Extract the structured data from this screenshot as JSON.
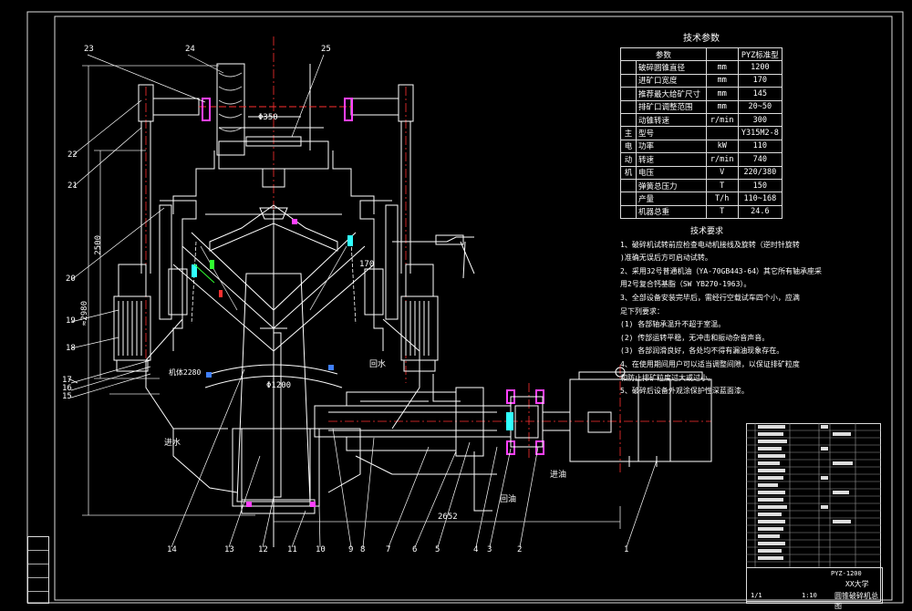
{
  "drawing": {
    "specs_title": "技术参数",
    "specs_header": {
      "param": "参数",
      "value": "PYZ标准型"
    },
    "specs_rows": [
      {
        "group": "",
        "param": "破碎圆锥直径",
        "unit": "mm",
        "value": "1200"
      },
      {
        "group": "",
        "param": "进矿口宽度",
        "unit": "mm",
        "value": "170"
      },
      {
        "group": "",
        "param": "推荐最大给矿尺寸",
        "unit": "mm",
        "value": "145"
      },
      {
        "group": "",
        "param": "排矿口调整范围",
        "unit": "mm",
        "value": "20~50"
      },
      {
        "group": "",
        "param": "动锥转速",
        "unit": "r/min",
        "value": "300"
      },
      {
        "group": "主",
        "param": "型号",
        "unit": "",
        "value": "Y315M2-8"
      },
      {
        "group": "电",
        "param": "功率",
        "unit": "kW",
        "value": "110"
      },
      {
        "group": "动",
        "param": "转速",
        "unit": "r/min",
        "value": "740"
      },
      {
        "group": "机",
        "param": "电压",
        "unit": "V",
        "value": "220/380"
      },
      {
        "group": "",
        "param": "弹簧总压力",
        "unit": "T",
        "value": "150"
      },
      {
        "group": "",
        "param": "产量",
        "unit": "T/h",
        "value": "110~168"
      },
      {
        "group": "",
        "param": "机器总重",
        "unit": "T",
        "value": "24.6"
      }
    ],
    "notes_title": "技术要求",
    "notes": [
      "1、破碎机试转前应检查电动机接线及旋转（逆时针旋转",
      "   )准确无误后方可启动试转。",
      "2、采用32号普通机油（YA-70GB443-64）其它所有轴承座采",
      "   用2号复合钙基脂（SW YB270-1963）。",
      "3、全部设备安装完毕后，需经行空载试车四个小，应满",
      "   足下列要求：",
      "   (1) 各部轴承温升不超于室温。",
      "   (2) 传部运转平稳，无冲击和振动杂音声音。",
      "   (3) 各部润滑良好，各处均不得有漏油现象存在。",
      "4、在使用期间用户可以适当调整间隙，以保证排矿粒度",
      "   和防止排矿粒度过大或过小。",
      "5、破碎后设备外观涂保护性深蓝面漆。"
    ],
    "callouts_left": [
      "23",
      "22",
      "21",
      "20",
      "19",
      "18",
      "17",
      "16",
      "15"
    ],
    "callouts_top": [
      "24",
      "25"
    ],
    "callouts_bottom": [
      "14",
      "13",
      "12",
      "11",
      "10",
      "9",
      "8",
      "7",
      "6",
      "5",
      "4",
      "3",
      "2",
      "1"
    ],
    "dims": {
      "d350": "Φ350",
      "d1200": "Φ1200",
      "h2500": "2500",
      "h2980": "≈2980",
      "w2652": "2652",
      "d170": "170"
    },
    "annotations": {
      "water_in": "进水",
      "water_out": "回水",
      "oil_in": "进油",
      "oil_out": "回油",
      "body_label": "机体2280"
    },
    "titleblock": {
      "school": "XX大学",
      "title": "圆锥破碎机总图",
      "drawing_no": "PYZ-1200",
      "scale": "1:10",
      "sheet": "1/1"
    },
    "colors": {
      "line": "#ffffff",
      "red": "#ff3030",
      "magenta": "#ff40ff",
      "cyan": "#30ffff",
      "blue": "#4080ff",
      "green": "#30ff30"
    }
  }
}
